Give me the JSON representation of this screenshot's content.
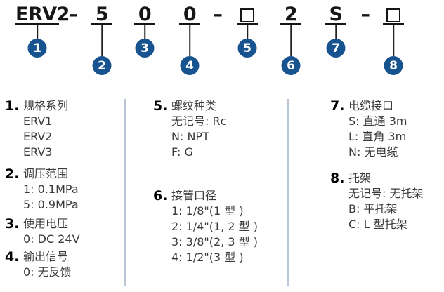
{
  "part_number": {
    "segments": [
      {
        "label": "ERV2",
        "callout": "1"
      },
      {
        "label": "–"
      },
      {
        "label": "5",
        "callout": "2"
      },
      {
        "label": "0",
        "callout": "3"
      },
      {
        "label": "0",
        "callout": "4"
      },
      {
        "label": "–"
      },
      {
        "label": "",
        "box": true,
        "callout": "5"
      },
      {
        "label": "2",
        "callout": "6"
      },
      {
        "label": "S",
        "callout": "7"
      },
      {
        "label": "–"
      },
      {
        "label": "",
        "box": true,
        "callout": "8"
      }
    ]
  },
  "legend": {
    "sections": [
      {
        "num": "1.",
        "title": "规格系列",
        "items": [
          "ERV1",
          "ERV2",
          "ERV3"
        ]
      },
      {
        "num": "2.",
        "title": "调压范围",
        "items": [
          "1:  0.1MPa",
          "5:  0.9MPa"
        ]
      },
      {
        "num": "3.",
        "title": "使用电压",
        "items": [
          "0:  DC 24V"
        ]
      },
      {
        "num": "4.",
        "title": "输出信号",
        "items": [
          "0:  无反馈"
        ]
      },
      {
        "num": "5.",
        "title": "螺纹种类",
        "items": [
          "无记号:  Rc",
          "N:  NPT",
          "F:  G"
        ]
      },
      {
        "num": "6.",
        "title": "接管口径",
        "items": [
          "1:  1/8\"(1 型 )",
          "2:  1/4\"(1, 2 型 )",
          "3:  3/8\"(2, 3 型 )",
          "4:  1/2\"(3 型 )"
        ]
      },
      {
        "num": "7.",
        "title": "电缆接口",
        "items": [
          "S:  直通 3m",
          "L:  直角 3m",
          "N:  无电缆"
        ]
      },
      {
        "num": "8.",
        "title": "托架",
        "items": [
          "无记号:  无托架",
          "B:  平托架",
          "C:  L 型托架"
        ]
      }
    ]
  },
  "colors": {
    "accent": "#17538f",
    "divider": "#b9c6d6",
    "ink": "#161616",
    "body": "#3b3b3b"
  }
}
